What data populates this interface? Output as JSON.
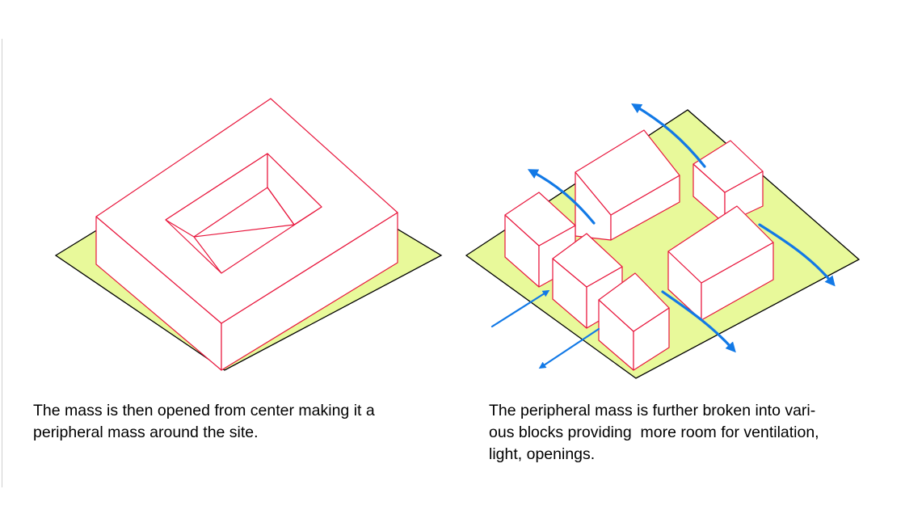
{
  "colors": {
    "site_fill": "#e8f99a",
    "site_stroke": "#000000",
    "mass_fill": "#ffffff",
    "mass_stroke": "#e8163c",
    "arrow": "#1279e6"
  },
  "captions": {
    "left": {
      "line1": "The mass is then opened from center making it a",
      "line2": "peripheral mass around the site."
    },
    "right": {
      "line1": "The peripheral mass is further broken into vari-",
      "line2": "ous blocks providing  more room for ventilation,",
      "line3": "light, openings."
    }
  }
}
